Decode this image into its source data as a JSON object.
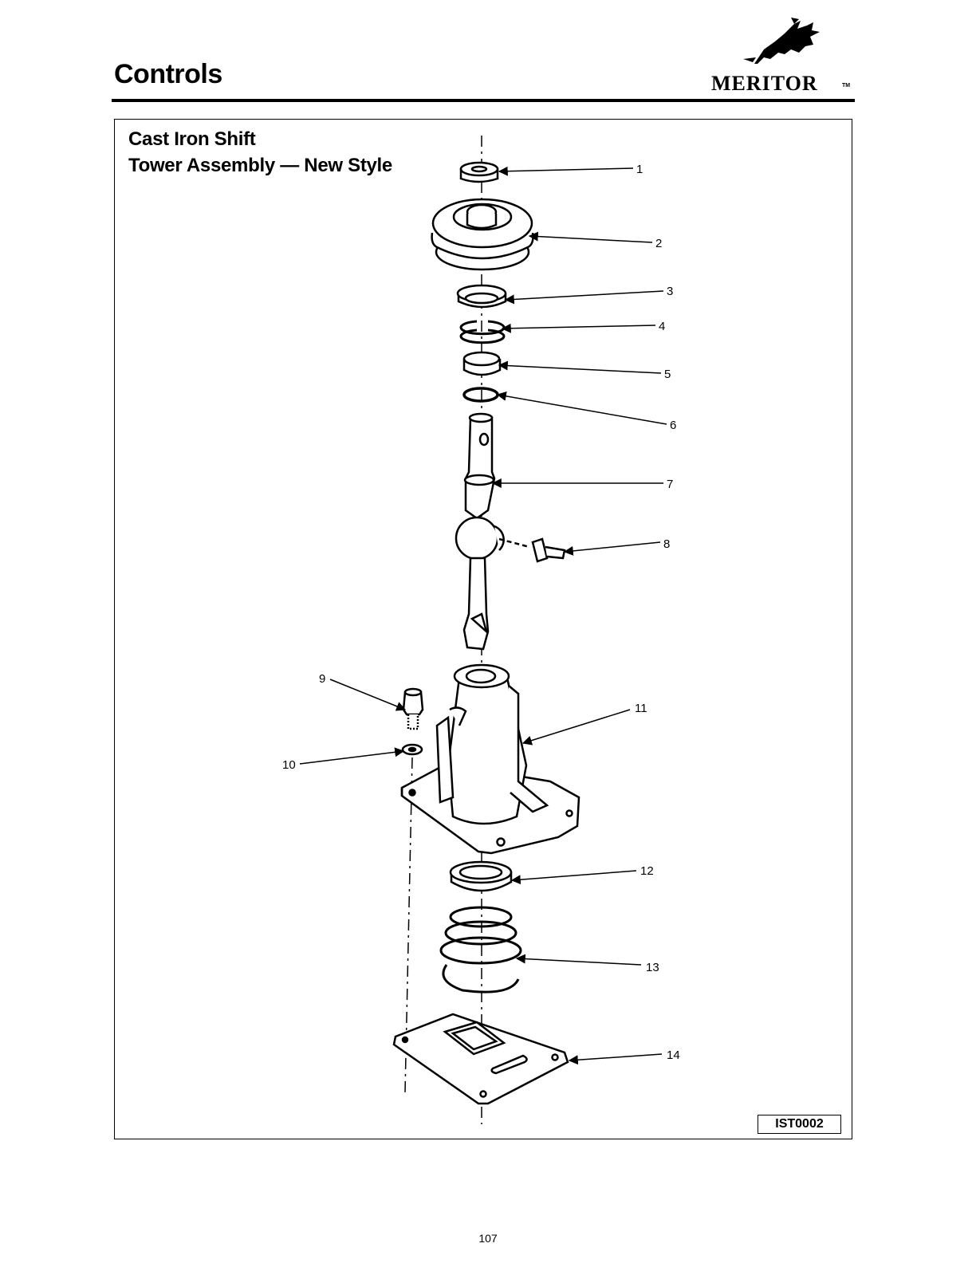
{
  "header": {
    "section_title": "Controls",
    "brand": "MERITOR",
    "trademark": "TM"
  },
  "figure": {
    "title_line1": "Cast Iron Shift",
    "title_line2": "Tower Assembly — New Style",
    "callouts": [
      "1",
      "2",
      "3",
      "4",
      "5",
      "6",
      "7",
      "8",
      "9",
      "10",
      "11",
      "12",
      "13",
      "14"
    ],
    "figure_code": "IST0002"
  },
  "footer": {
    "page_number": "107"
  }
}
